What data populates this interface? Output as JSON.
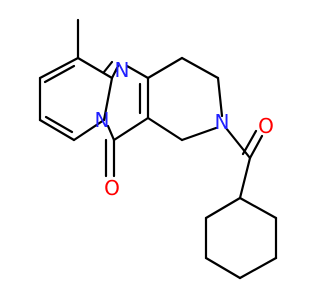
{
  "atoms": {
    "n_top": "N",
    "n_fused": "N",
    "n_amide": "N",
    "o_ring": "O",
    "o_acyl": "O"
  },
  "colors": {
    "nitrogen": "#2020ff",
    "oxygen": "#ff0000",
    "bond": "#000000",
    "background": "#ffffff"
  }
}
